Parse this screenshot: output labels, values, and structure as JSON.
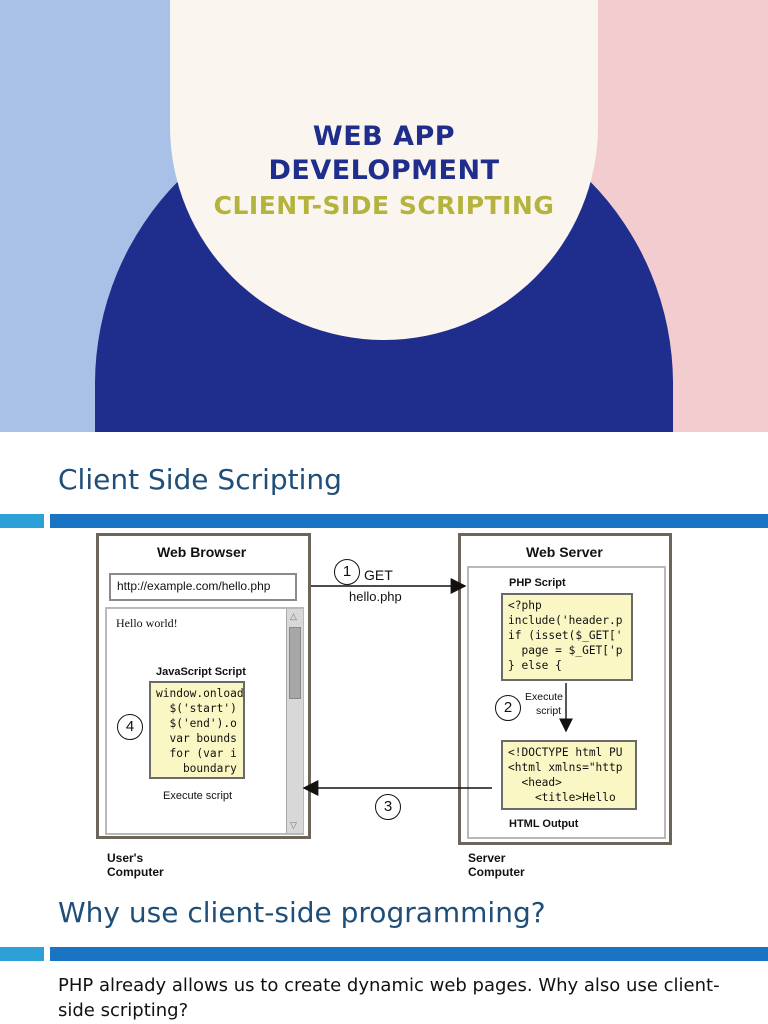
{
  "cover": {
    "title_line1": "WEB APP",
    "title_line2": "DEVELOPMENT",
    "subtitle": "CLIENT-SIDE SCRIPTING",
    "colors": {
      "left_band": "#a9c1e6",
      "right_band": "#f3cccf",
      "arch": "#1f2d8c",
      "circle": "#faf5ee",
      "subtitle": "#b3b33e"
    }
  },
  "section1": {
    "title": "Client Side Scripting"
  },
  "diagram": {
    "browser": {
      "title": "Web Browser",
      "url": "http://example.com/hello.php",
      "page_text": "Hello world!",
      "js_label": "JavaScript Script",
      "js_code": "window.onload\n  $('start')\n  $('end').o\n  var bounds\n  for (var i\n    boundary",
      "execute_label": "Execute script"
    },
    "server": {
      "title": "Web Server",
      "php_label": "PHP Script",
      "php_code": "<?php\ninclude('header.p\nif (isset($_GET['\n  page = $_GET['p\n} else {",
      "execute_label_1": "Execute",
      "execute_label_2": "script",
      "html_code": "<!DOCTYPE html PU\n<html xmlns=\"http\n  <head>\n    <title>Hello",
      "html_label": "HTML Output"
    },
    "step1": "1",
    "step1_text_1": "GET",
    "step1_text_2": "hello.php",
    "step2": "2",
    "step3": "3",
    "step4": "4",
    "users_computer": "User's Computer",
    "server_computer": "Server Computer"
  },
  "section2": {
    "title": "Why use client-side programming?",
    "body": "PHP already allows us to create dynamic web pages. Why also use client-side scripting?"
  }
}
